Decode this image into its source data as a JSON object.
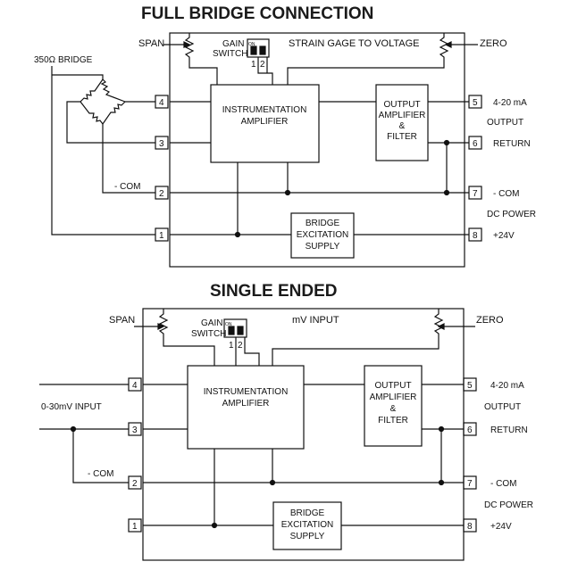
{
  "diagrams": {
    "full_bridge": {
      "title": "FULL BRIDGE CONNECTION",
      "module_label": "STRAIN GAGE TO VOLTAGE",
      "bridge_label": "350Ω BRIDGE",
      "span": "SPAN",
      "zero": "ZERO",
      "gain_switch": [
        "GAIN",
        "SWITCH"
      ],
      "switch_positions": [
        "1",
        "2"
      ],
      "switch_on": "ON",
      "instr_amp": [
        "INSTRUMENTATION",
        "AMPLIFIER"
      ],
      "output_amp": [
        "OUTPUT",
        "AMPLIFIER",
        "&",
        "FILTER"
      ],
      "excitation": [
        "BRIDGE",
        "EXCITATION",
        "SUPPLY"
      ],
      "com_label": "- COM",
      "left_terminals": [
        "4",
        "3",
        "2",
        "1"
      ],
      "right_terminals": [
        "5",
        "6",
        "7",
        "8"
      ],
      "right_labels": {
        "t5": "4-20 mA",
        "output": "OUTPUT",
        "t6": "RETURN",
        "t7": "- COM",
        "dc_power": "DC POWER",
        "t8": "+24V"
      }
    },
    "single_ended": {
      "title": "SINGLE ENDED",
      "module_label": "mV INPUT",
      "input_label": "0-30mV INPUT",
      "span": "SPAN",
      "zero": "ZERO",
      "gain_switch": [
        "GAIN",
        "SWITCH"
      ],
      "switch_positions": [
        "1",
        "2"
      ],
      "switch_on": "ON",
      "instr_amp": [
        "INSTRUMENTATION",
        "AMPLIFIER"
      ],
      "output_amp": [
        "OUTPUT",
        "AMPLIFIER",
        "&",
        "FILTER"
      ],
      "excitation": [
        "BRIDGE",
        "EXCITATION",
        "SUPPLY"
      ],
      "com_label": "- COM",
      "left_terminals": [
        "4",
        "3",
        "2",
        "1"
      ],
      "right_terminals": [
        "5",
        "6",
        "7",
        "8"
      ],
      "right_labels": {
        "t5": "4-20 mA",
        "output": "OUTPUT",
        "t6": "RETURN",
        "t7": "- COM",
        "dc_power": "DC POWER",
        "t8": "+24V"
      }
    }
  }
}
